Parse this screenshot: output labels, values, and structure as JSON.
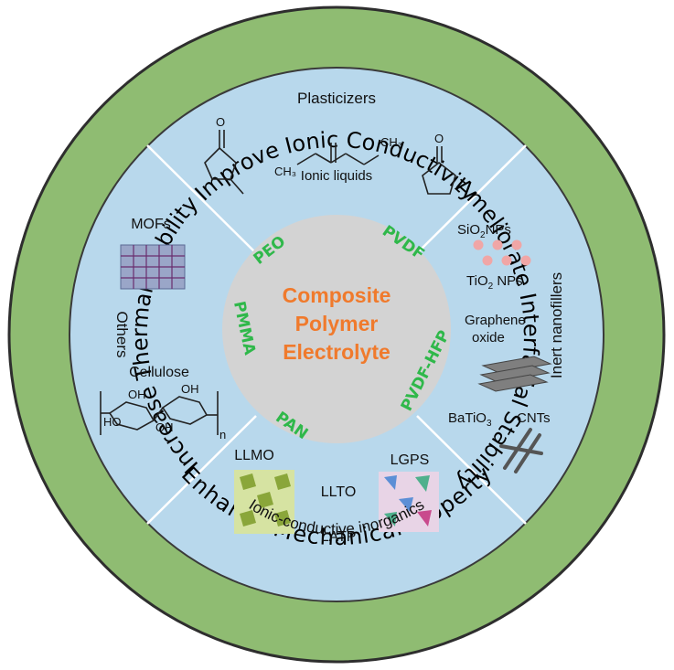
{
  "ring": {
    "top": "Improve Ionic Conductivity",
    "right": "Ameliorate Interfacial Stability",
    "bottom": "Enhance Mechanical Property",
    "left": "Increase Thermal Stability"
  },
  "center": {
    "line1": "Composite",
    "line2": "Polymer",
    "line3": "Electrolyte"
  },
  "polymers": {
    "peo": "PEO",
    "pvdf": "PVDF",
    "pmma": "PMMA",
    "pvdf_hfp": "PVDF-HFP",
    "pan": "PAN"
  },
  "sectors": {
    "top": {
      "title": "Plasticizers",
      "ionic_liquids": "Ionic liquids",
      "ch3_left": "CH₃",
      "ch3_right": "CH₃",
      "o": "O"
    },
    "right": {
      "title": "Inert nanofillers",
      "sio2_a": "SiO",
      "sio2_b": "2",
      "sio2_c": "NPs",
      "tio2_a": "TiO",
      "tio2_b": "2",
      "tio2_c": " NPs",
      "graphene1": "Graphene",
      "graphene2": "oxide",
      "batio3_a": "BaTiO",
      "batio3_b": "3",
      "cnts": "CNTs"
    },
    "bottom": {
      "title": "Ionic-conductive inorganics",
      "llmo": "LLMO",
      "llto": "LLTO",
      "lgps": "LGPS",
      "latp": "LATP"
    },
    "left": {
      "title": "Others",
      "mofs": "MOFs",
      "cellulose": "Cellulose",
      "oh": "OH",
      "ho": "HO",
      "n": "n"
    }
  },
  "colors": {
    "outer_ring": "#8fbc72",
    "sector_fill": "#b8d8ec",
    "center_fill": "#d3d3d3",
    "polymer_text": "#2fb84a",
    "center_text": "#f07a2c"
  }
}
